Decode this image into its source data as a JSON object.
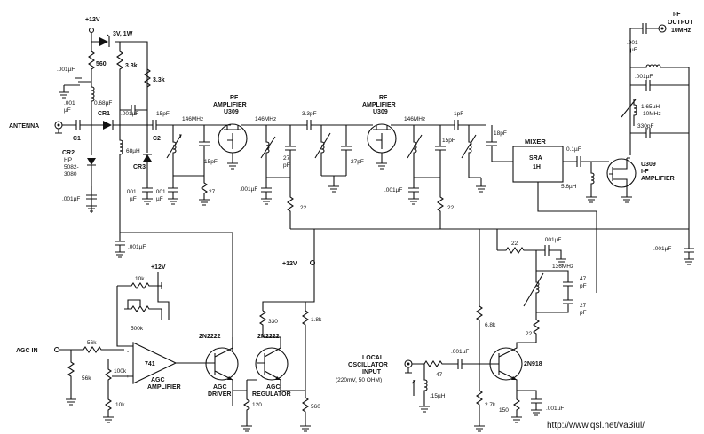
{
  "labels": {
    "plus12v_top": "+12V",
    "zener": "3V, 1W",
    "r560": "560",
    "r3k3a": "3.3k",
    "r3k3b": "3.3k",
    "c001uf_a": ".001µF",
    "c001uf_b": ".001",
    "c001uf_b2": "µF",
    "l068uh": "0.68µF",
    "cr1": "CR1",
    "antenna": "ANTENNA",
    "c1": "C1",
    "cr2": "CR2",
    "hp": "HP",
    "hp_part1": "5082-",
    "hp_part2": "3080",
    "c001uf_c": ".001µF",
    "l68uh": "68µH",
    "cr3": "CR3",
    "c001uf_d": ".001µF",
    "c15pf_a": "15pF",
    "c2": "C2",
    "f146a": "146MHz",
    "c001_e": ".001",
    "c001_e2": "µF",
    "c001_f": ".001",
    "c001_f2": "µF",
    "c15pf_b": "15pF",
    "r27": "27",
    "rf_amp1_a": "RF",
    "rf_amp1_b": "AMPLIFIER",
    "rf_amp1_c": "U309",
    "f146b": "146MHz",
    "c27pf_a": "27",
    "c27pf_a2": "pF",
    "c001uf_g": ".001µF",
    "r22_a": "22",
    "c33pf": "3.3pF",
    "c27pf_b": "27pF",
    "rf_amp2_a": "RF",
    "rf_amp2_b": "AMPLIFIER",
    "rf_amp2_c": "U309",
    "f146c": "146MHz",
    "c001uf_h": ".001µF",
    "r22_b": "22",
    "c1pf": "1pF",
    "c15pf_c": "15pF",
    "c18pf": "18pF",
    "mixer": "MIXER",
    "sra_a": "SRA",
    "sra_b": "1H",
    "c01uf": "0.1µF",
    "l56uh": "5.6µH",
    "if_amp_a": "U309",
    "if_amp_b": "I-F",
    "if_amp_c": "AMPLIFIER",
    "if_out_a": "I-F",
    "if_out_b": "OUTPUT",
    "if_out_c": "10MHz",
    "c001_i": ".001",
    "c001_i2": "µF",
    "c001uf_j": ".001µF",
    "l165uh_a": "1.65µH",
    "l165uh_b": "10MHz",
    "c330pf": "330pF",
    "c001uf_k": ".001µF",
    "c001uf_l": ".001µF",
    "r22_c": "22",
    "c001uf_m": ".001µF",
    "f136": "136MHz",
    "c47pf_a": "47",
    "c47pf_b": "pF",
    "c27pf_c": "27",
    "c27pf_c2": "pF",
    "r22_d": "22",
    "plus12v_mid": "+12V",
    "plus12v_agc": "+12V",
    "r10k_a": "10k",
    "r500k": "500k",
    "agc_in": "AGC IN",
    "r56k_a": "56k",
    "r56k_b": "56k",
    "r100k": "100k",
    "r10k_b": "10k",
    "op741": "741",
    "agc_amp_a": "AGC",
    "agc_amp_b": "AMPLIFIER",
    "q2n2222_a": "2N2222",
    "agc_drv_a": "AGC",
    "agc_drv_b": "DRIVER",
    "q2n2222_b": "2N2222",
    "agc_reg_a": "AGC",
    "agc_reg_b": "REGULATOR",
    "r330": "330",
    "r1k8": "1.8k",
    "r120": "120",
    "r560b": "560",
    "lo_a": "LOCAL",
    "lo_b": "OSCILLATOR",
    "lo_c": "INPUT",
    "lo_d": "(220mV, 50 OHM)",
    "l15uh": ".15µH",
    "r47": "47",
    "c001uf_n": ".001µF",
    "r6k8": "6.8k",
    "q2n918": "2N918",
    "r2k7": "2.7k",
    "r150": "150",
    "c001uf_o": ".001µF",
    "url": "http://www.qsl.net/va3iul/"
  }
}
